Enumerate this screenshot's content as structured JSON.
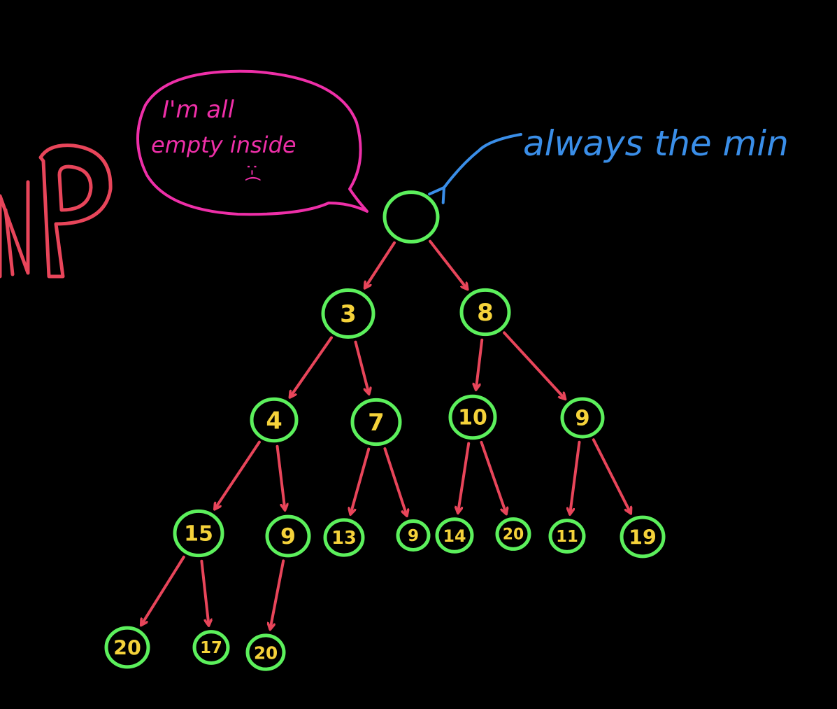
{
  "title_fragment": "AP",
  "speech_bubble": {
    "lines": [
      "I'm all",
      "empty inside"
    ],
    "face": ":-("
  },
  "annotation": {
    "text": "always the min"
  },
  "root": {
    "value": ""
  },
  "nodes": [
    {
      "id": "n3",
      "value": "3"
    },
    {
      "id": "n8",
      "value": "8"
    },
    {
      "id": "n4",
      "value": "4"
    },
    {
      "id": "n7",
      "value": "7"
    },
    {
      "id": "n10",
      "value": "10"
    },
    {
      "id": "n9a",
      "value": "9"
    },
    {
      "id": "n15",
      "value": "15"
    },
    {
      "id": "n9b",
      "value": "9"
    },
    {
      "id": "n13",
      "value": "13"
    },
    {
      "id": "n9c",
      "value": "9"
    },
    {
      "id": "n14",
      "value": "14"
    },
    {
      "id": "n20a",
      "value": "20"
    },
    {
      "id": "n11",
      "value": "11"
    },
    {
      "id": "n19",
      "value": "19"
    },
    {
      "id": "n20b",
      "value": "20"
    },
    {
      "id": "n17",
      "value": "17"
    },
    {
      "id": "n20c",
      "value": "20"
    }
  ],
  "edges": [
    {
      "from": "root",
      "to": "n3"
    },
    {
      "from": "root",
      "to": "n8"
    },
    {
      "from": "n3",
      "to": "n4"
    },
    {
      "from": "n3",
      "to": "n7"
    },
    {
      "from": "n8",
      "to": "n10"
    },
    {
      "from": "n8",
      "to": "n9a"
    },
    {
      "from": "n4",
      "to": "n15"
    },
    {
      "from": "n4",
      "to": "n9b"
    },
    {
      "from": "n7",
      "to": "n13"
    },
    {
      "from": "n7",
      "to": "n9c"
    },
    {
      "from": "n10",
      "to": "n14"
    },
    {
      "from": "n10",
      "to": "n20a"
    },
    {
      "from": "n9a",
      "to": "n11"
    },
    {
      "from": "n9a",
      "to": "n19"
    },
    {
      "from": "n15",
      "to": "n20b"
    },
    {
      "from": "n15",
      "to": "n17"
    },
    {
      "from": "n9b",
      "to": "n20c"
    }
  ],
  "colors": {
    "node_ring": "#5cf05c",
    "node_text": "#f5d23a",
    "edge": "#e8455a",
    "bubble": "#ee2fa8",
    "annotation": "#3a8ee8",
    "title_fragment": "#e8455a",
    "background": "#000000"
  }
}
